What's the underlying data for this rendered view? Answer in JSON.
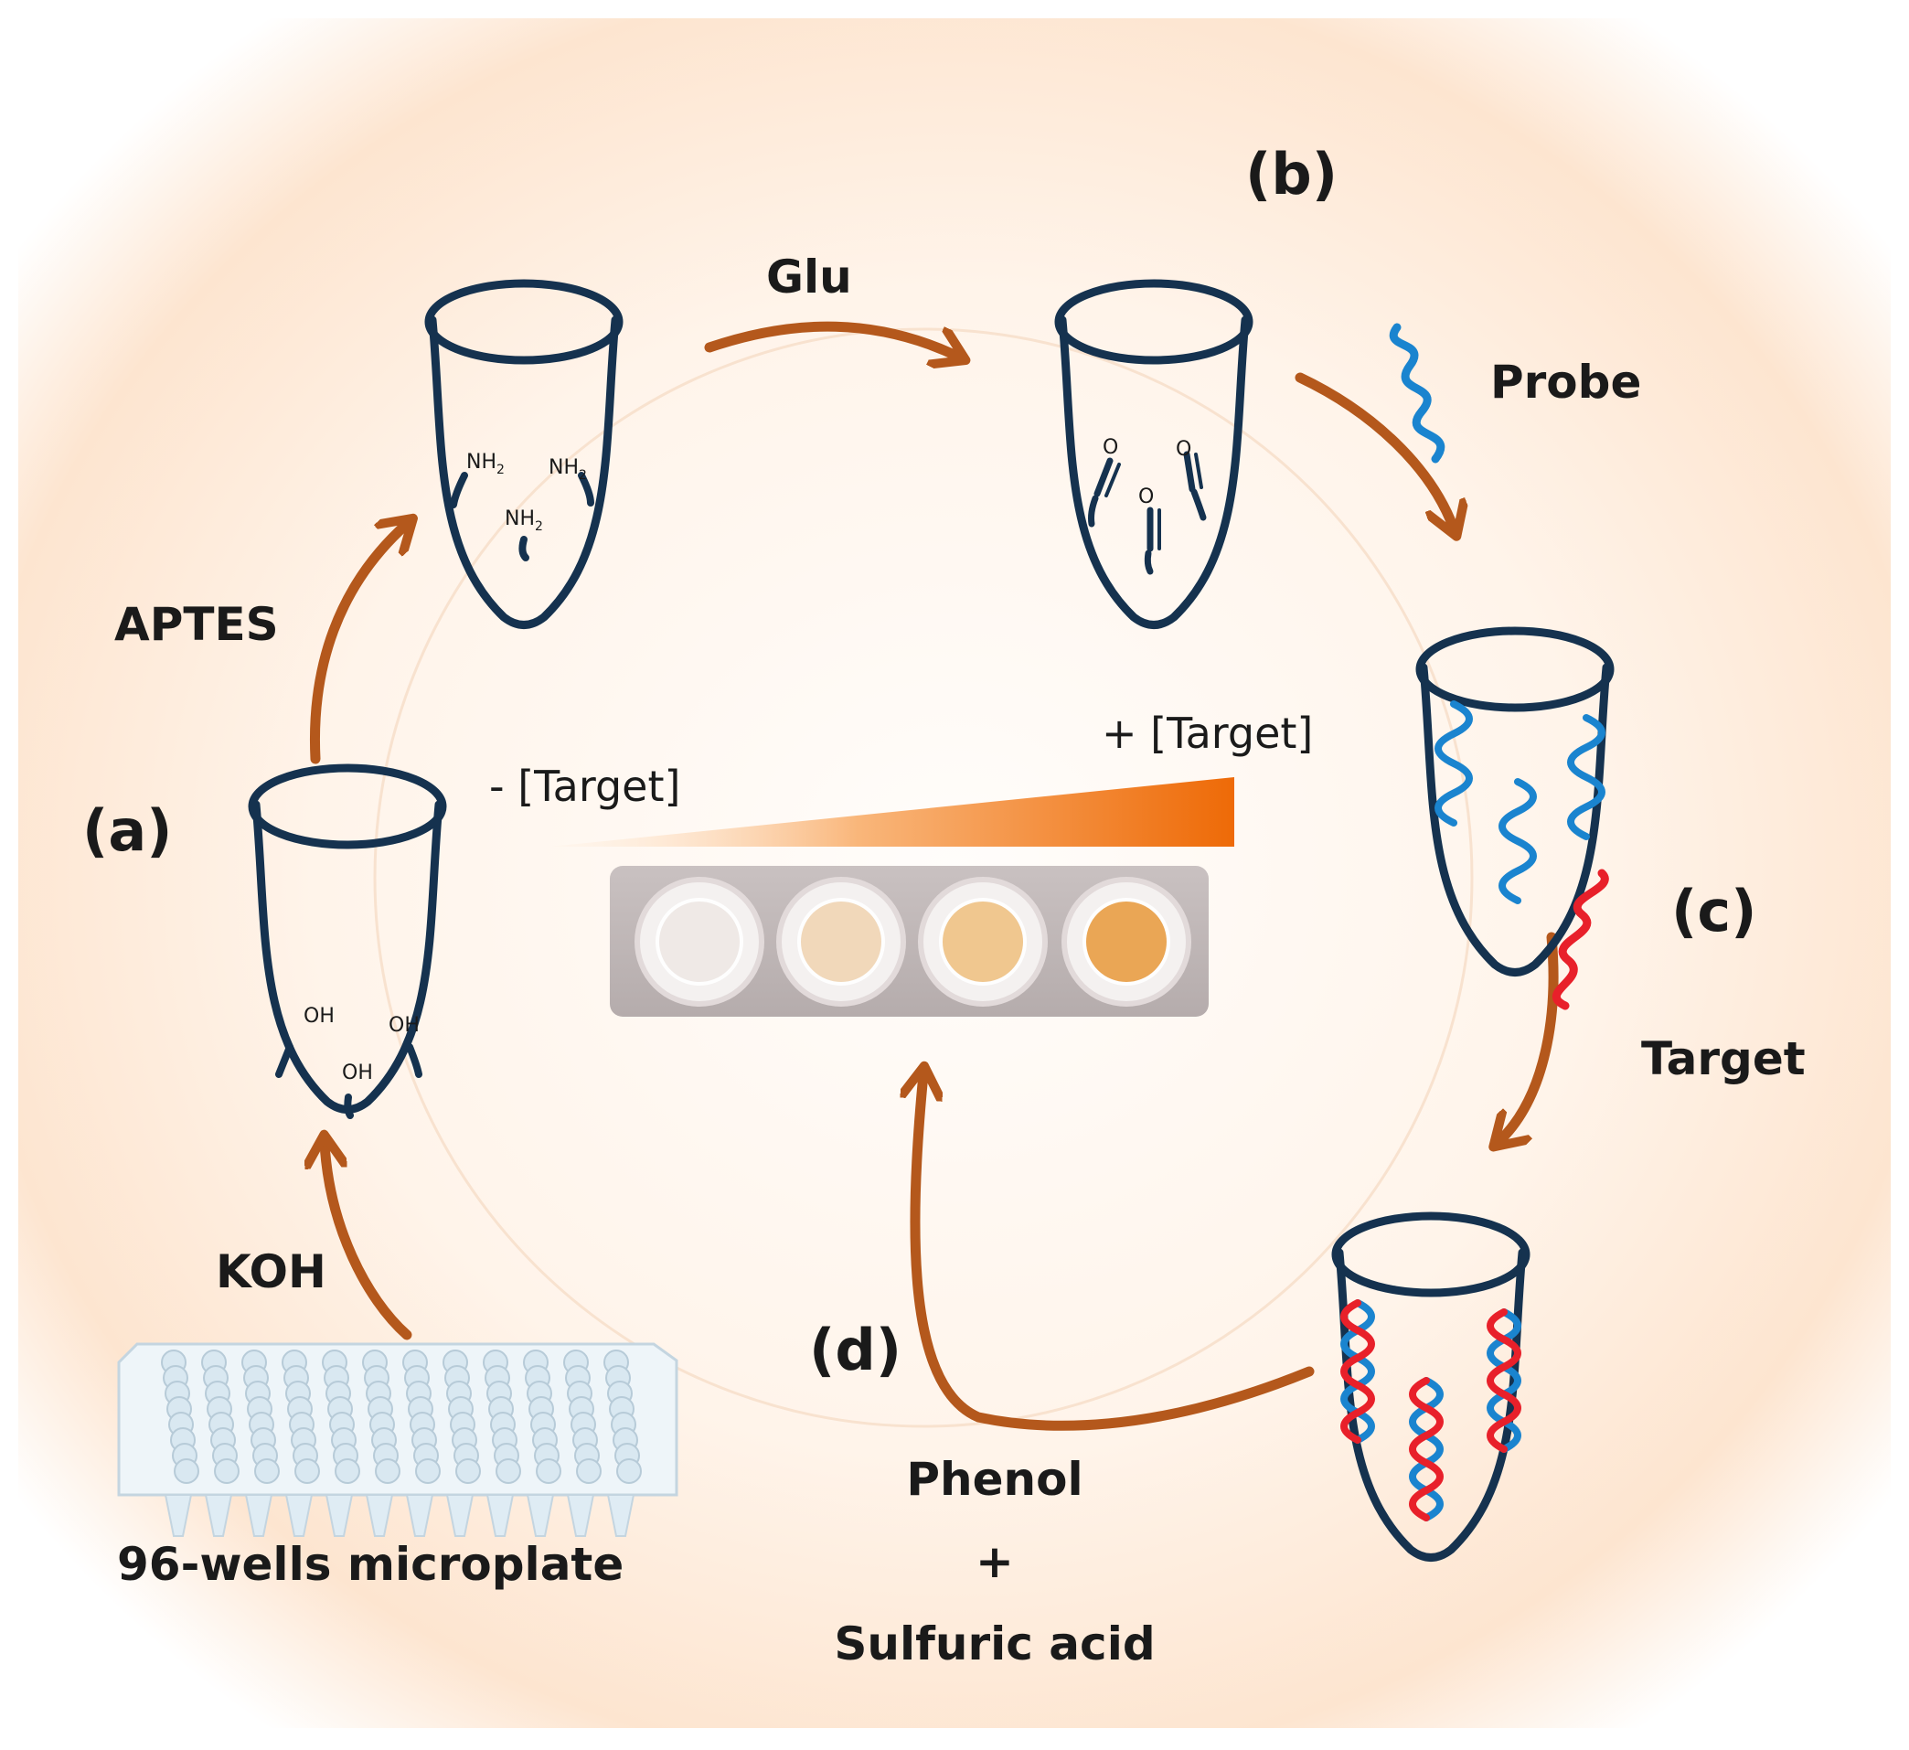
{
  "colors": {
    "tube_outline": "#15324f",
    "arrow": "#b4581c",
    "probe_strand": "#1a84cf",
    "target_strand": "#e8202a",
    "gradient_end": "#ee6a07",
    "background_glow": "#fde7d3"
  },
  "labels": {
    "panel_a": "(a)",
    "panel_b": "(b)",
    "panel_c": "(c)",
    "panel_d": "(d)",
    "koh": "KOH",
    "aptes": "APTES",
    "glu": "Glu",
    "probe": "Probe",
    "target": "Target",
    "phenol": "Phenol",
    "plus": "+",
    "sulfuric_acid": "Sulfuric acid",
    "microplate": "96-wells microplate",
    "minus_target": "- [Target]",
    "plus_target": "+ [Target]"
  },
  "groups": {
    "oh": "OH",
    "nh2": "NH",
    "nh2_sub": "2",
    "carbonyl": "O"
  },
  "icons": [
    "well-tube-icon",
    "microplate-icon",
    "probe-strand-icon",
    "target-strand-icon",
    "double-helix-icon",
    "curved-arrow-icon",
    "photo-wells-strip"
  ]
}
